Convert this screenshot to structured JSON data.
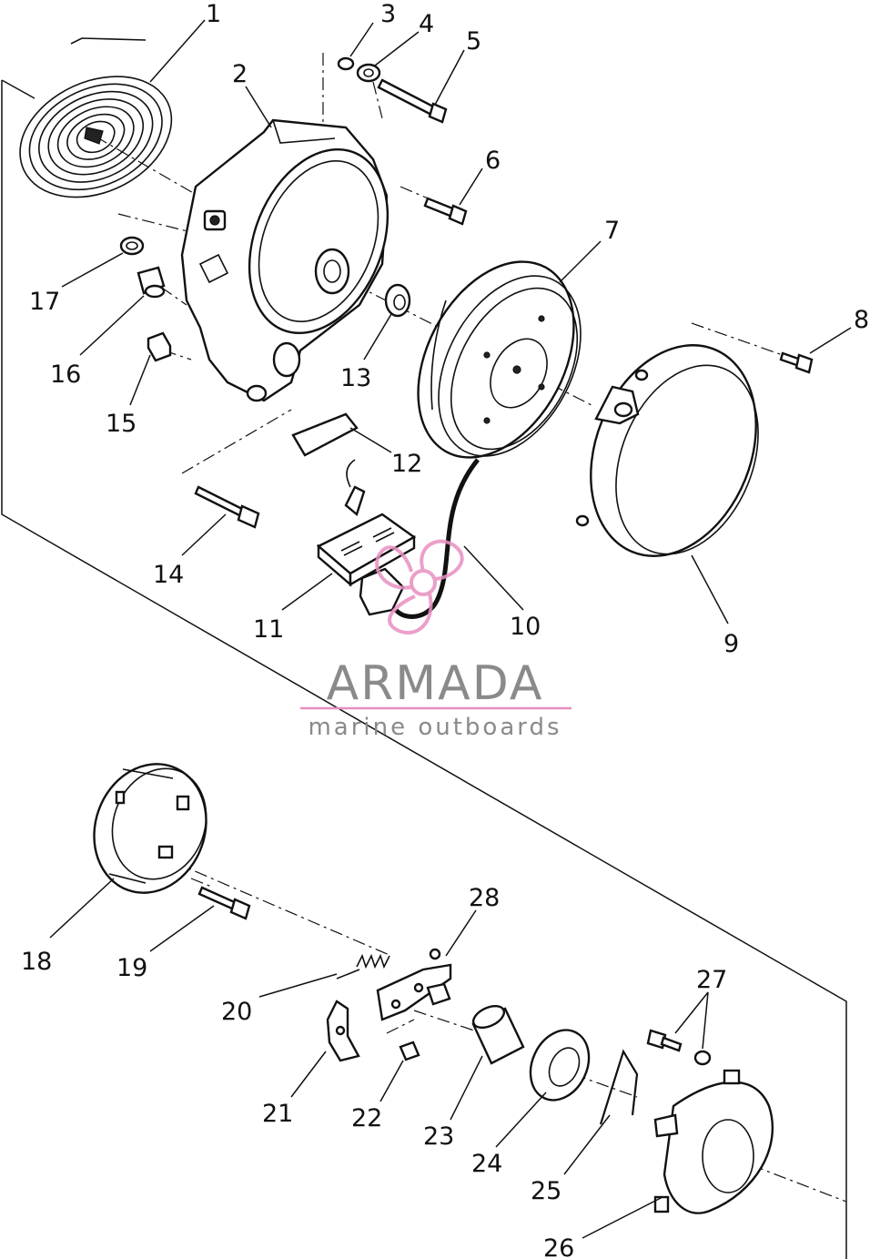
{
  "watermark": {
    "brand": "ARMADA",
    "tagline": "marine outboards",
    "accent_color": "#e88fc0",
    "text_color": "#8a8a8a"
  },
  "callouts": {
    "c1": "1",
    "c2": "2",
    "c3": "3",
    "c4": "4",
    "c5": "5",
    "c6": "6",
    "c7": "7",
    "c8": "8",
    "c9": "9",
    "c10": "10",
    "c11": "11",
    "c12": "12",
    "c13": "13",
    "c14": "14",
    "c15": "15",
    "c16": "16",
    "c17": "17",
    "c18": "18",
    "c19": "19",
    "c20": "20",
    "c21": "21",
    "c22": "22",
    "c23": "23",
    "c24": "24",
    "c25": "25",
    "c26": "26",
    "c27": "27",
    "c28": "28"
  }
}
